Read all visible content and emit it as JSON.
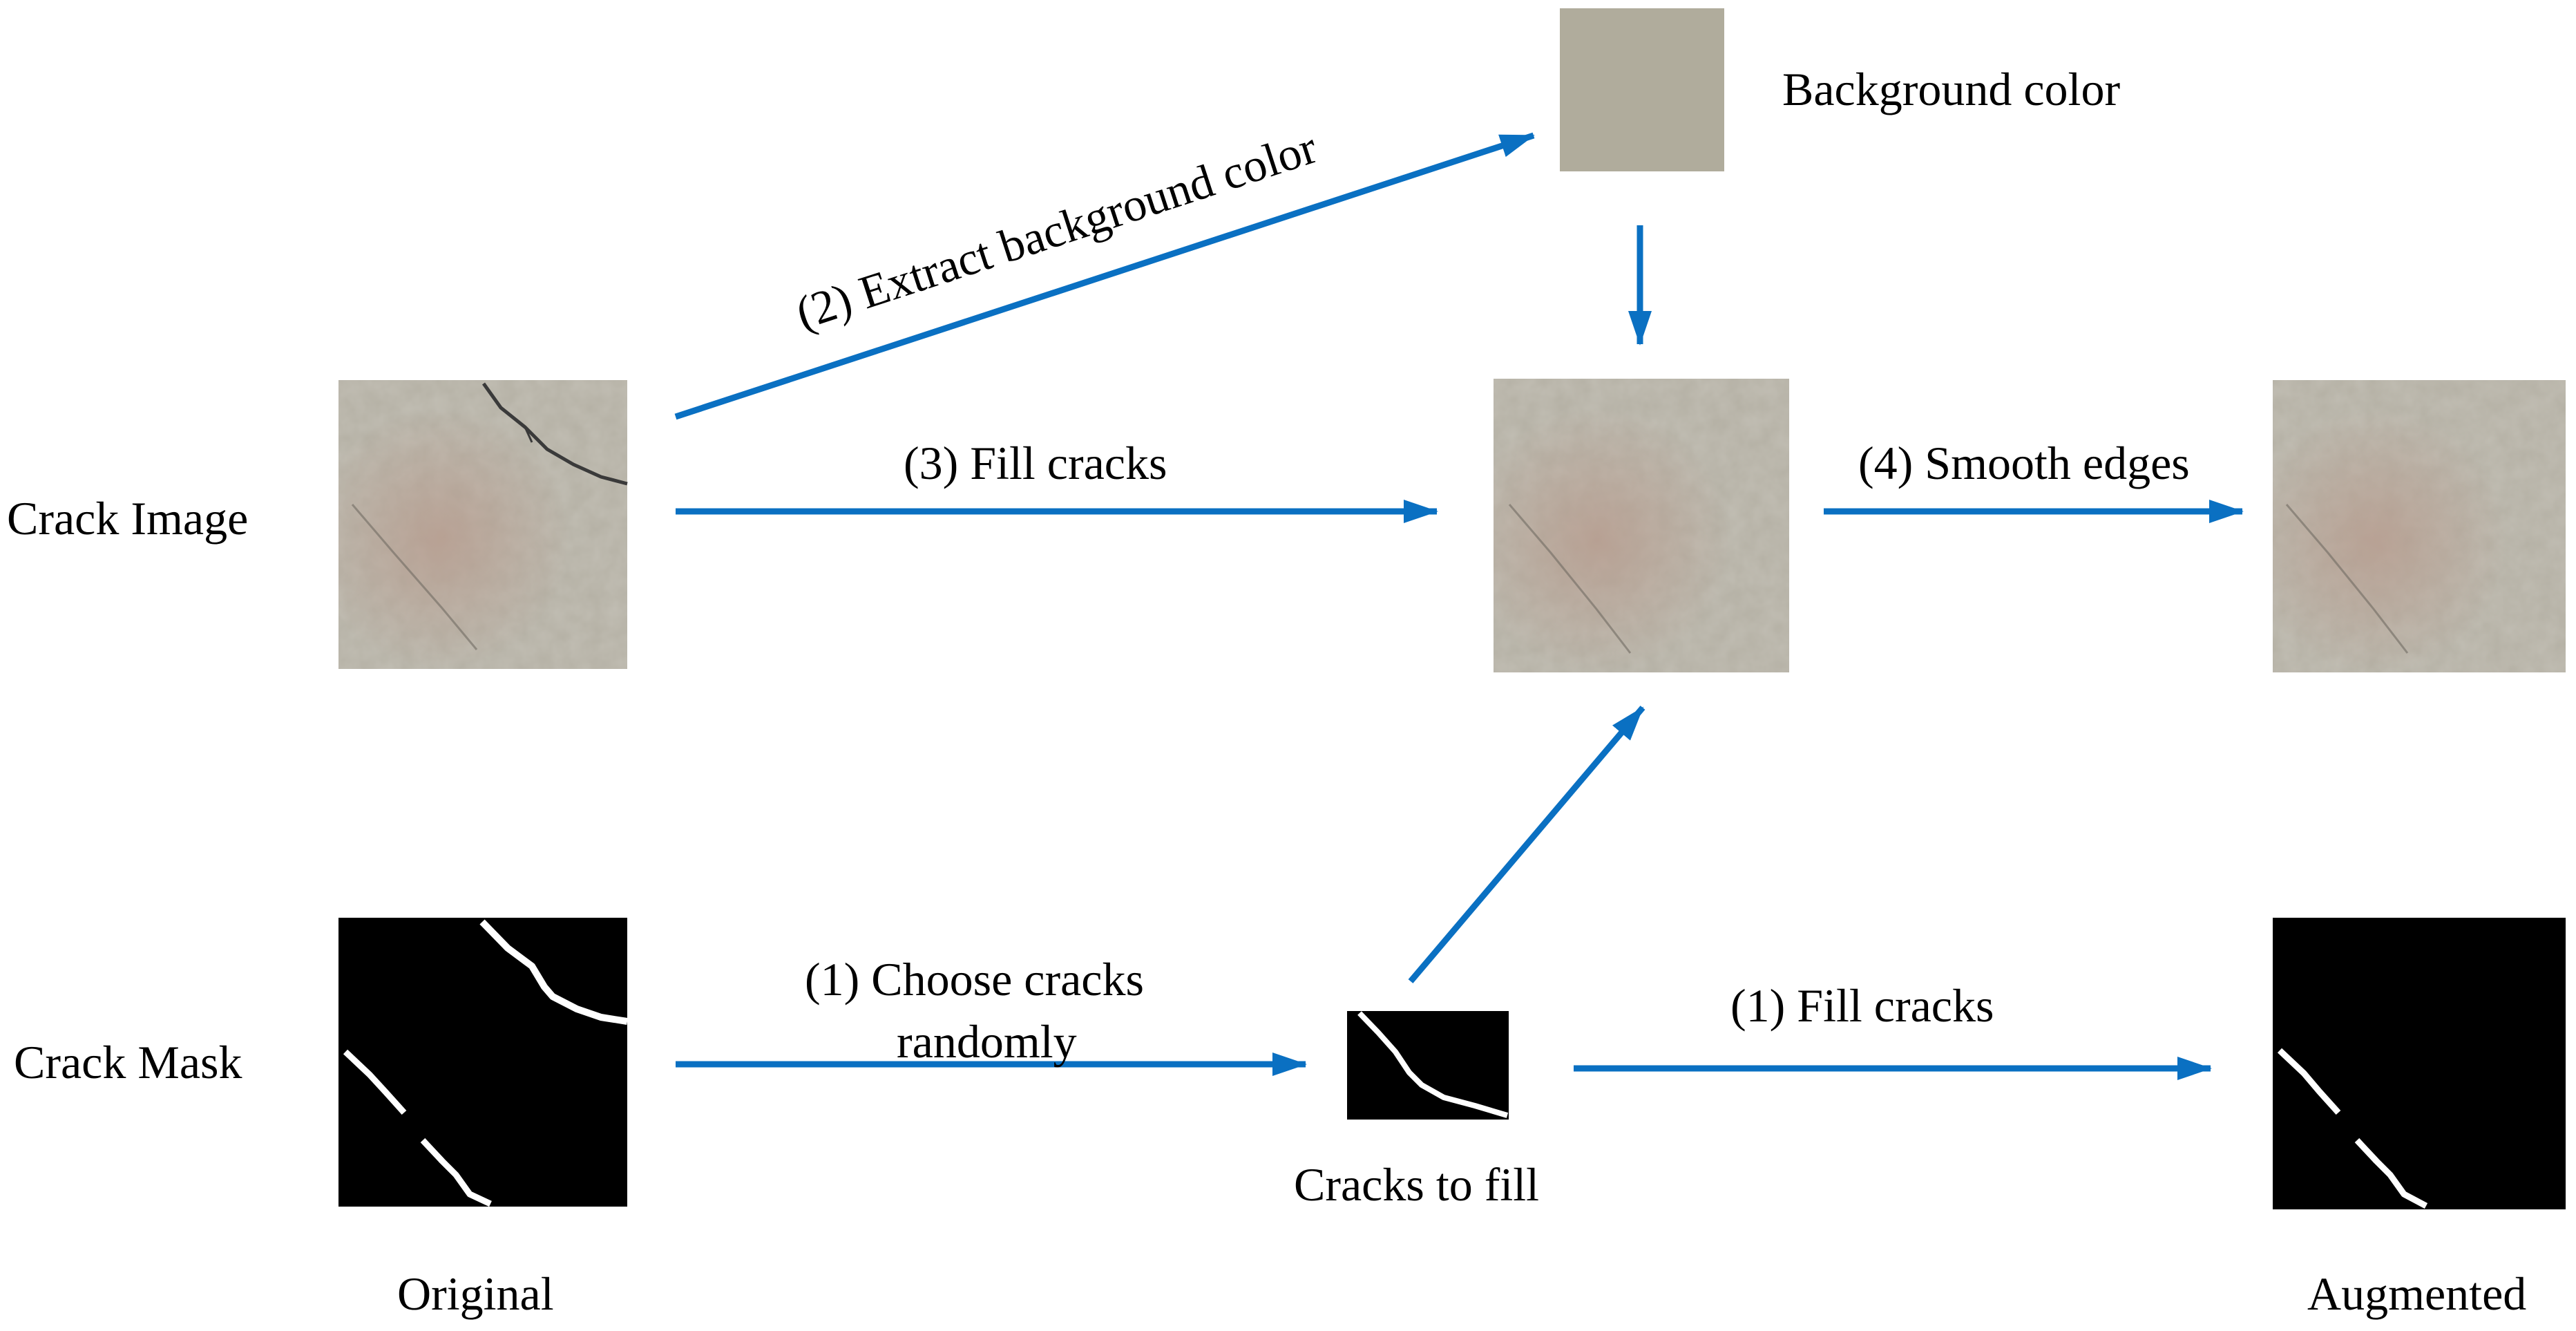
{
  "colors": {
    "arrow": "#0A70C2",
    "background_swatch": "#B0AC9C",
    "mask_bg": "#000000",
    "crack_line": "#FFFFFF",
    "concrete": "#B4B0A4"
  },
  "rows": {
    "image_label": "Crack Image",
    "mask_label": "Crack Mask"
  },
  "columns": {
    "original_label": "Original",
    "augmented_label": "Augmented"
  },
  "nodes": {
    "background_color_label": "Background color",
    "cracks_to_fill_label": "Cracks to fill"
  },
  "steps": {
    "extract": "(2) Extract background color",
    "fill_image": "(3) Fill cracks",
    "smooth": "(4) Smooth edges",
    "choose_line1": "(1) Choose cracks",
    "choose_line2": "randomly",
    "fill_mask": "(1) Fill cracks"
  }
}
